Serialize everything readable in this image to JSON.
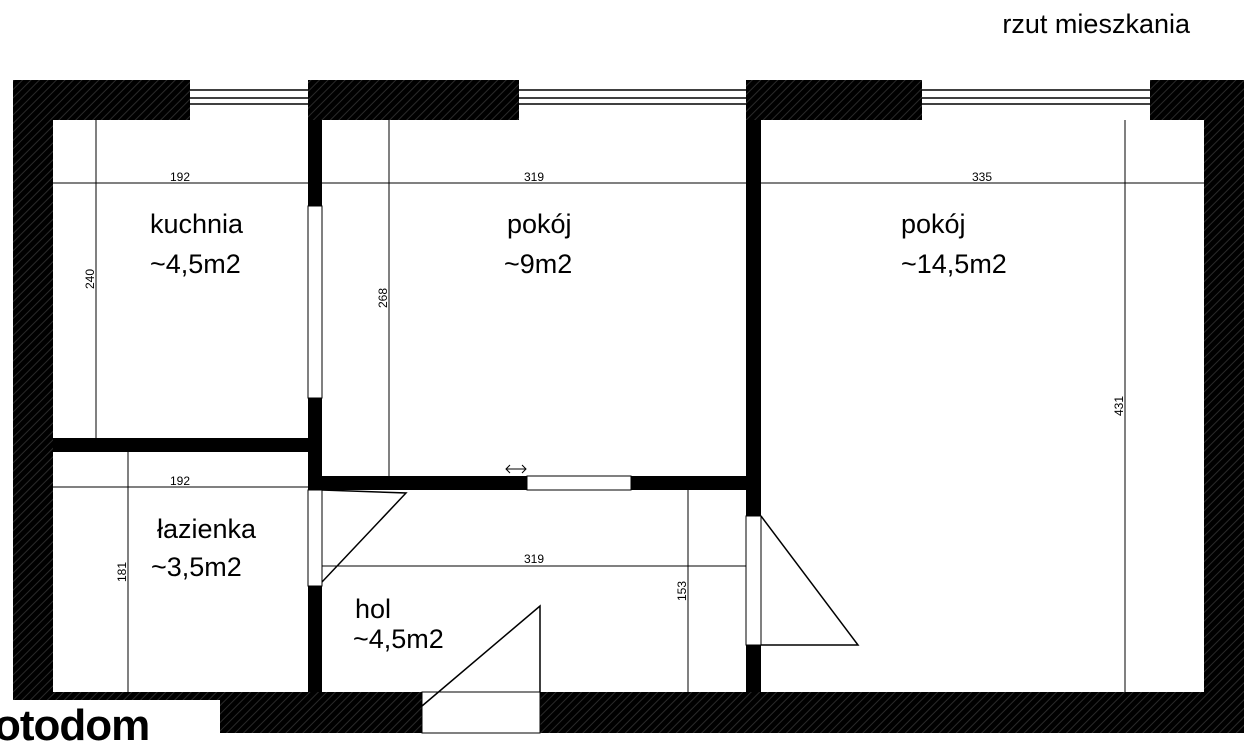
{
  "title": "rzut mieszkania",
  "rooms": [
    {
      "name": "kuchnia",
      "area": "~4,5m2"
    },
    {
      "name": "pokój",
      "area": "~9m2"
    },
    {
      "name": "pokój",
      "area": "~14,5m2"
    },
    {
      "name": "łazienka",
      "area": "~3,5m2"
    },
    {
      "name": "hol",
      "area": "~4,5m2"
    }
  ],
  "dimensions": {
    "kitchen_width": "192",
    "kitchen_height": "240",
    "room1_width": "319",
    "room1_height": "268",
    "room2_width": "335",
    "room2_height": "431",
    "bathroom_width": "192",
    "bathroom_height": "181",
    "hall_width": "319",
    "hall_height": "153"
  },
  "watermark": "otodom",
  "colors": {
    "wall": "#000000",
    "background": "#ffffff"
  }
}
